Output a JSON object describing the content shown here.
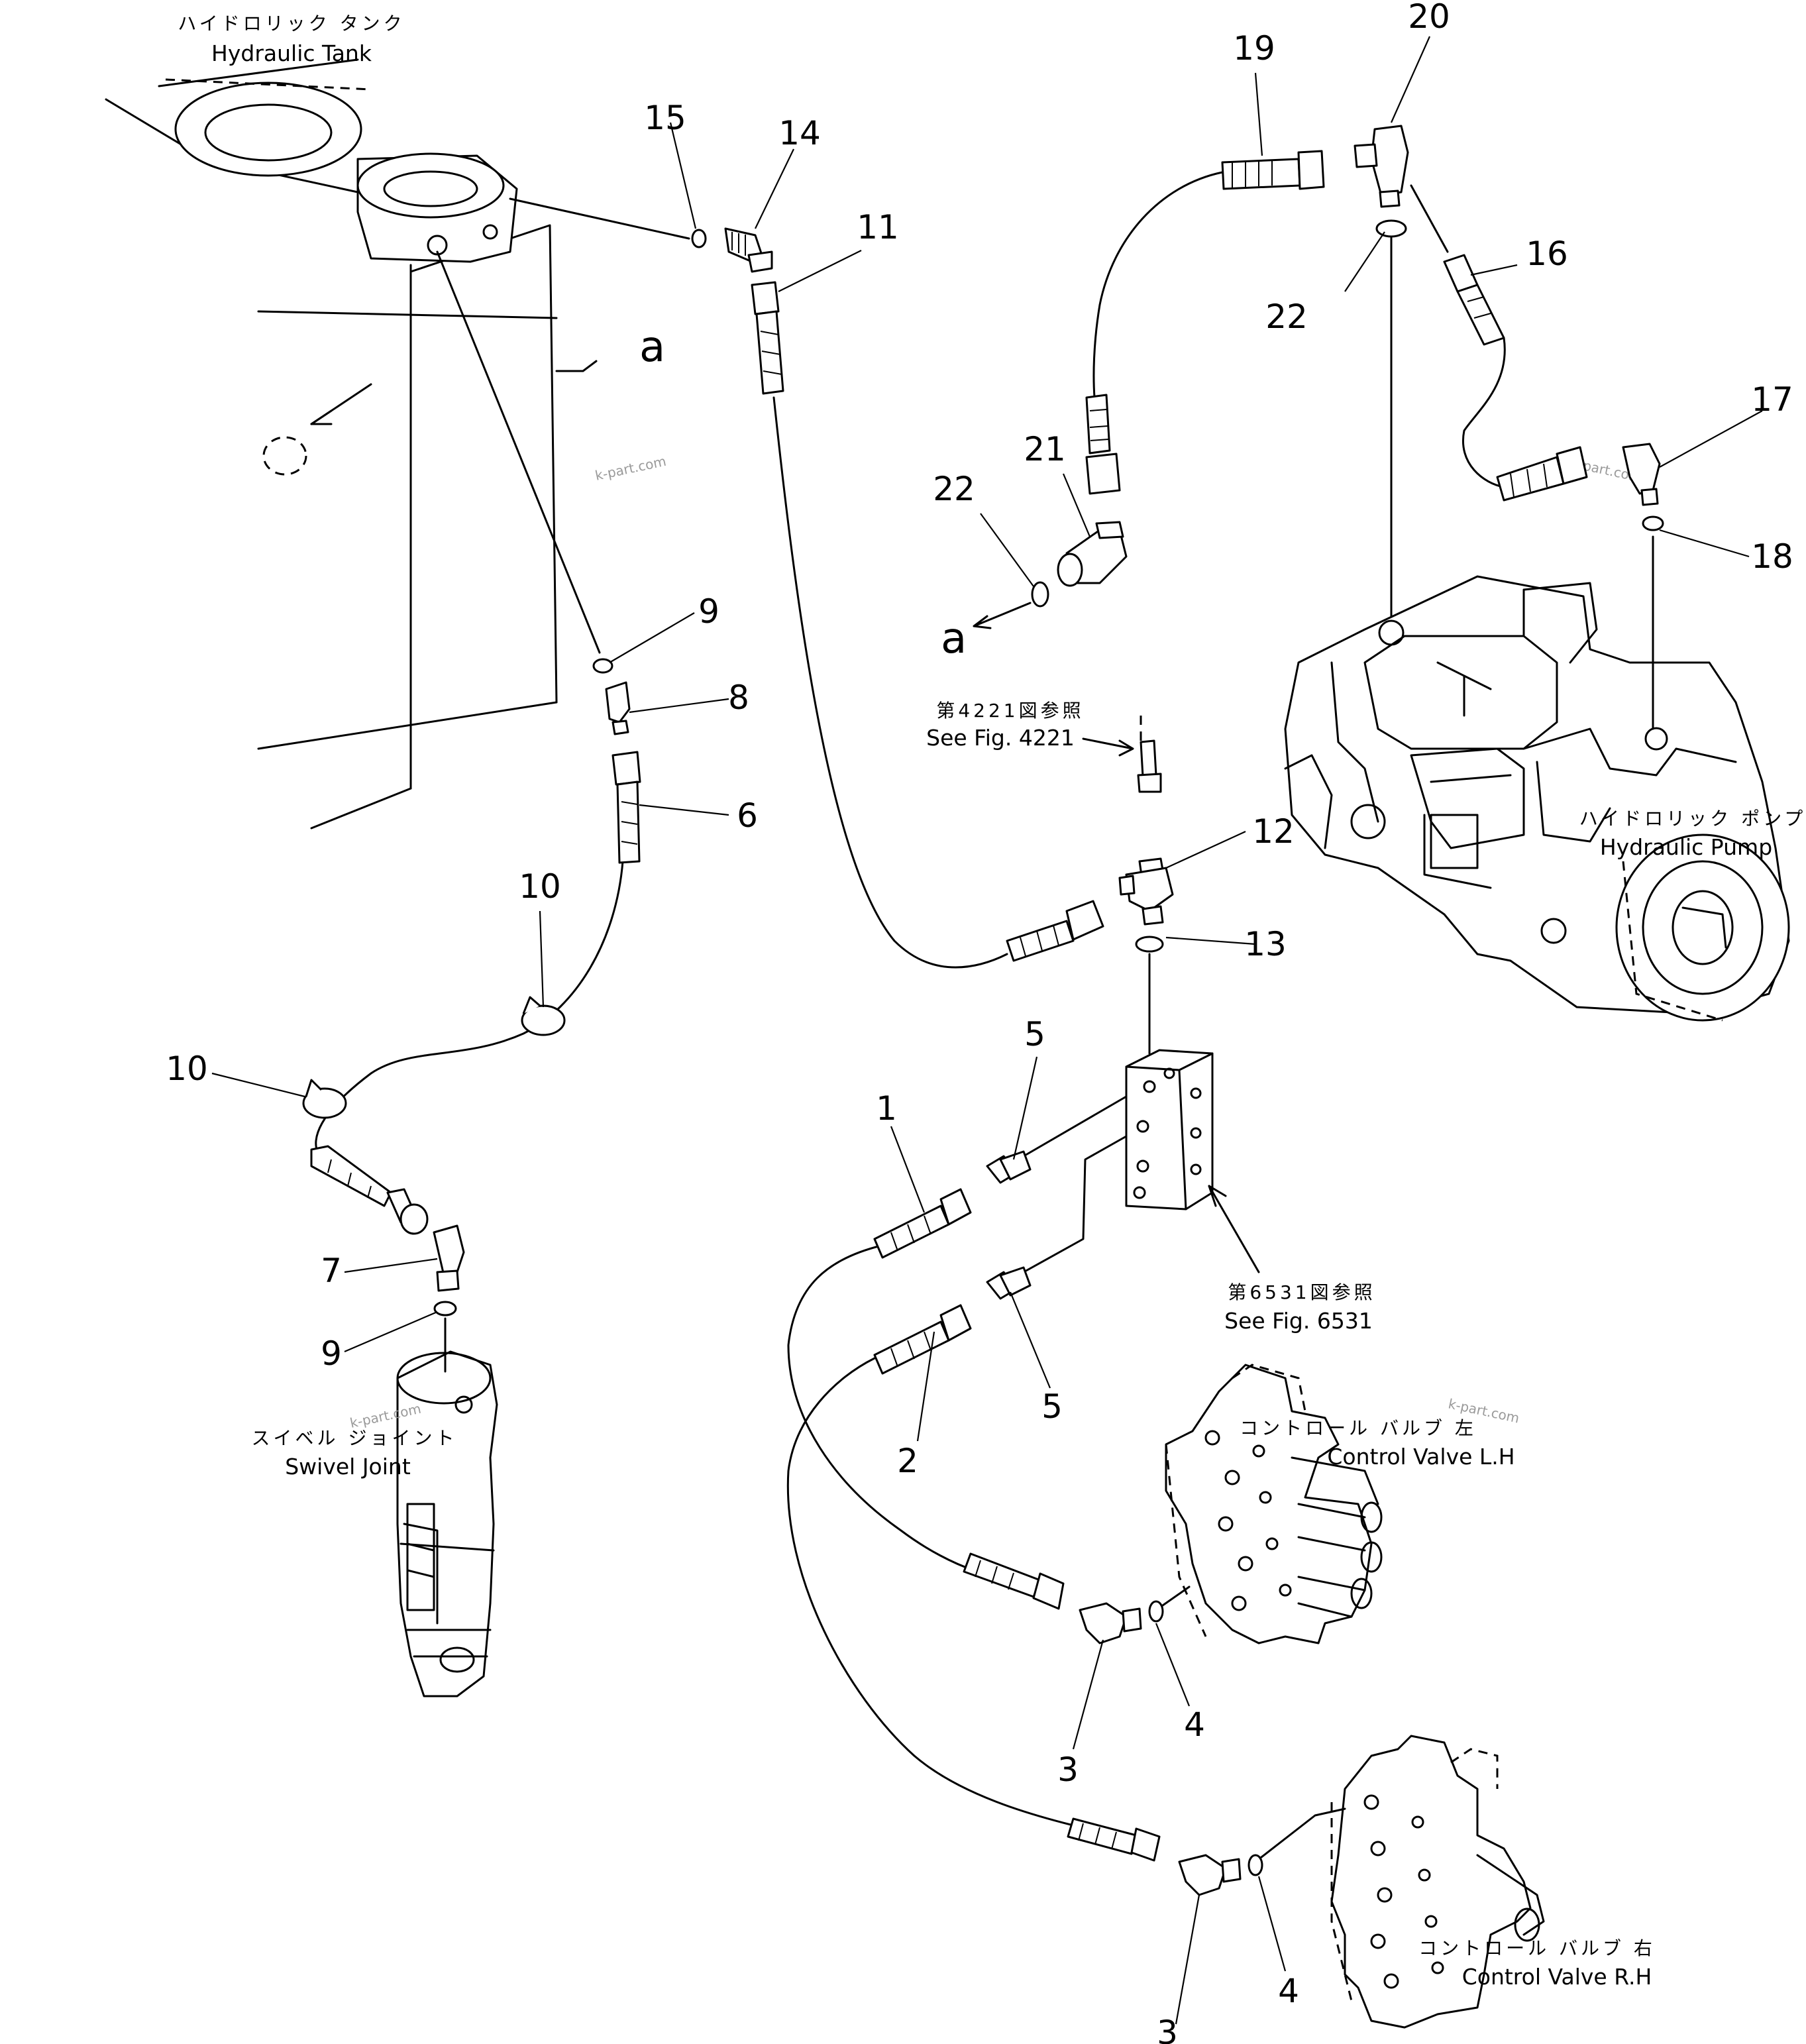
{
  "labels": {
    "hydraulic_tank_jp": "ハイドロリック タンク",
    "hydraulic_tank_en": "Hydraulic Tank",
    "hydraulic_pump_jp": "ハイドロリック ポンプ",
    "hydraulic_pump_en": "Hydraulic Pump",
    "swivel_joint_jp": "スイベル ジョイント",
    "swivel_joint_en": "Swivel Joint",
    "control_valve_lh_jp": "コントロール バルブ 左",
    "control_valve_lh_en": "Control Valve L.H",
    "control_valve_rh_jp": "コントロール バルブ 右",
    "control_valve_rh_en": "Control Valve R.H",
    "see_fig_4221_jp": "第4221図参照",
    "see_fig_4221_en": "See Fig. 4221",
    "see_fig_6531_jp": "第6531図参照",
    "see_fig_6531_en": "See Fig. 6531"
  },
  "connection_marks": {
    "tank_a": "a",
    "elbow_a": "a"
  },
  "watermark": "k-part.com",
  "part_numbers": {
    "p1": "1",
    "p2": "2",
    "p3a": "3",
    "p3b": "3",
    "p4a": "4",
    "p4b": "4",
    "p5a": "5",
    "p5b": "5",
    "p6": "6",
    "p7": "7",
    "p8": "8",
    "p9a": "9",
    "p9b": "9",
    "p10a": "10",
    "p10b": "10",
    "p11": "11",
    "p12": "12",
    "p13": "13",
    "p14": "14",
    "p15": "15",
    "p16": "16",
    "p17": "17",
    "p18": "18",
    "p19": "19",
    "p20": "20",
    "p21": "21",
    "p22a": "22",
    "p22b": "22"
  }
}
